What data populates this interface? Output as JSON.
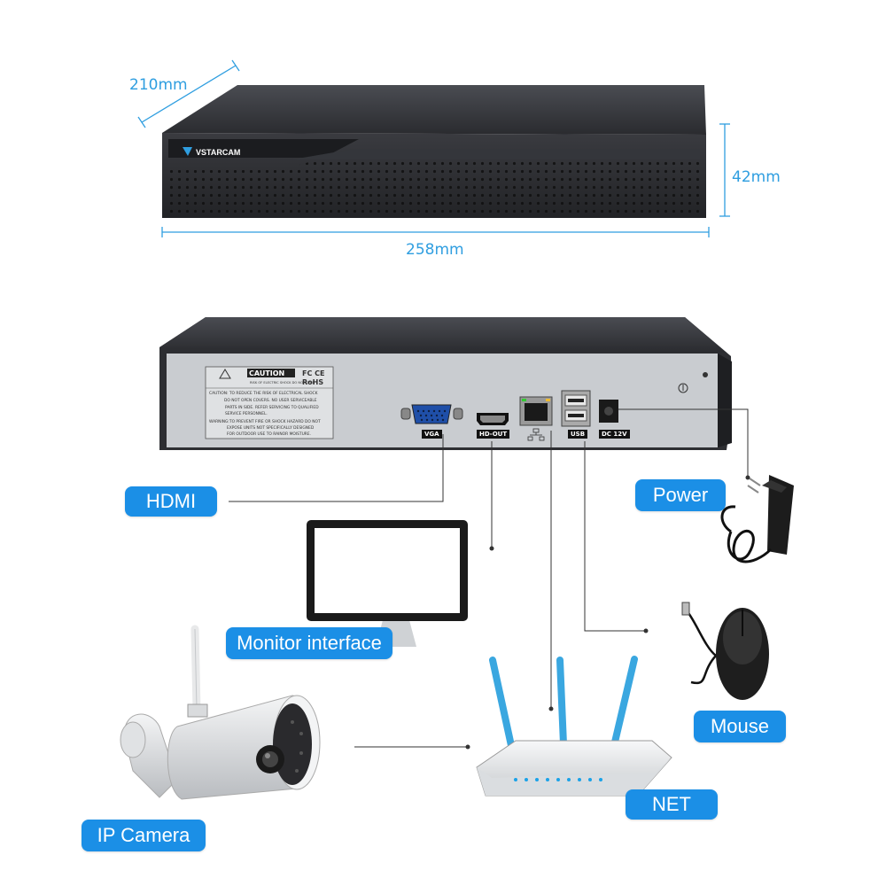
{
  "dimensions": {
    "depth": "210mm",
    "height": "42mm",
    "width": "258mm"
  },
  "device": {
    "brand": "VSTARCAM",
    "caution": {
      "title": "CAUTION",
      "subtitle": "RISK OF ELECTRIC SHOCK DO NOT OPEN",
      "certs": "FC CE",
      "rohs": "RoHS",
      "lines": [
        "CAUTION: TO REDUCE THE RISK OF ELECTRICAL SHOCK",
        "DO NOT OPEN COVERS. NO USER SERVICEABLE",
        "PARTS IN SIDE. REFER SERVICING TO QUALIFIED",
        "SERVICE PERSONNEL.",
        "WARNING:TO PREVENT FIRE OR SHOCK HAZARD DO NOT",
        "EXPOSE UNITS NOT SPECIFICALLY DESIGNED",
        "FOR OUTDOOR USE TO RAINOR MOISTURE."
      ]
    },
    "ports": {
      "vga": "VGA",
      "hdmi": "HD-OUT",
      "usb": "USB",
      "dc": "DC 12V"
    }
  },
  "labels": {
    "hdmi": "HDMI",
    "power": "Power",
    "monitor": "Monitor interface",
    "mouse": "Mouse",
    "net": "NET",
    "ip_camera": "IP Camera"
  },
  "colors": {
    "accent": "#1b8fe6",
    "dimension": "#2f9ee0",
    "device_body": "#2b2b2e",
    "panel": "#c9ccd0",
    "antenna": "#3aa7e0"
  }
}
